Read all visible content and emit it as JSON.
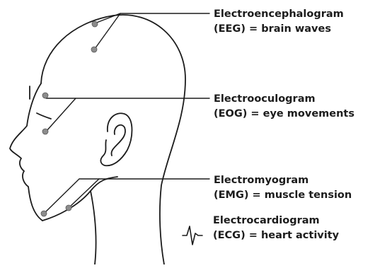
{
  "colors": {
    "ink": "#1c1c1c",
    "electrode": "#8c8c8c",
    "background": "#ffffff"
  },
  "labels": [
    {
      "id": "eeg",
      "title": "Electroencephalogram",
      "description": "(EEG) = brain waves"
    },
    {
      "id": "eog",
      "title": "Electrooculogram",
      "description": "(EOG) = eye movements"
    },
    {
      "id": "emg",
      "title": "Electromyogram",
      "description": "(EMG) = muscle tension"
    },
    {
      "id": "ecg",
      "title": "Electrocardiogram",
      "description": "(ECG) = heart activity"
    }
  ],
  "icons": [
    "head-profile-icon",
    "ear-icon",
    "electrode-dot-icon",
    "heartbeat-waveform-icon"
  ]
}
